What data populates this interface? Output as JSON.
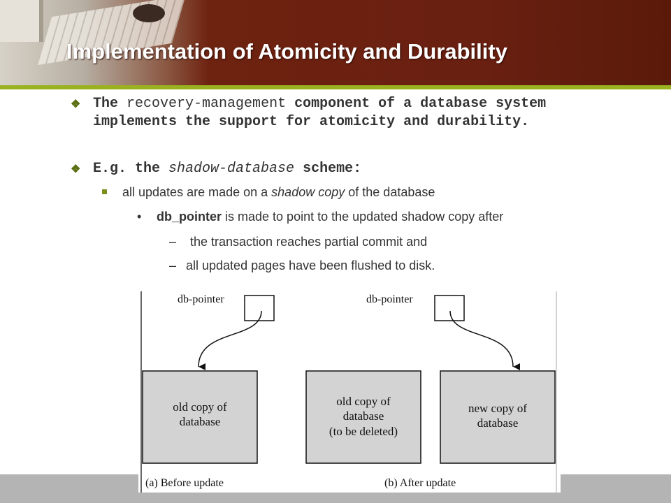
{
  "slide": {
    "title": "Implementation of Atomicity and Durability"
  },
  "bullets": {
    "b1": {
      "part1": "The",
      "part2": "recovery-management",
      "part3": "component of a database system implements the support for atomicity and durability."
    },
    "b2": {
      "part1": "E.g. the",
      "part2": "shadow-database",
      "part3": "scheme:"
    },
    "sub1": {
      "part1": "all updates are made on a",
      "part2": "shadow copy",
      "part3": "of the database"
    },
    "sub2": {
      "part1": "db_pointer",
      "part2": "is made to point to the updated shadow copy  after"
    },
    "sub3": "the transaction reaches partial commit and",
    "sub4": "all updated pages have been flushed to disk.",
    "dash": "–",
    "dot": "•",
    "diamond": "❖"
  },
  "diagram": {
    "left": {
      "pointer_label": "db-pointer",
      "box_line1": "old copy of",
      "box_line2": "database",
      "caption": "(a) Before update"
    },
    "right": {
      "pointer_label": "db-pointer",
      "old_box_line1": "old copy of",
      "old_box_line2": "database",
      "old_box_line3": "(to be deleted)",
      "new_box_line1": "new copy of",
      "new_box_line2": "database",
      "caption": "(b) After update"
    }
  },
  "colors": {
    "header": "#6e2210",
    "accent_rule": "#9ab21f",
    "box_fill": "#d3d3d3",
    "bottom_band": "#b4b4b4"
  }
}
